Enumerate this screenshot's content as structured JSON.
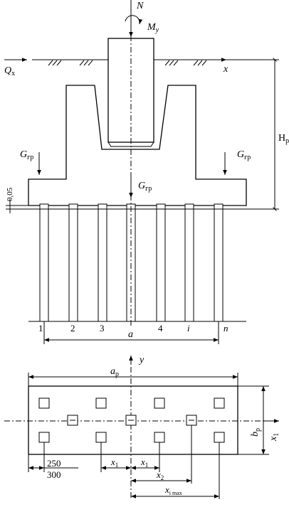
{
  "labels": {
    "N": "N",
    "My": "M",
    "My_sub": "y",
    "Qx": "Q",
    "Qx_sub": "x",
    "x_axis": "x",
    "Hp": "H",
    "Hp_sub": "p",
    "G_left": "G",
    "G_center": "G",
    "G_right": "G",
    "G_sub": "гр",
    "dim_005": "0,05",
    "pile_1": "1",
    "pile_2": "2",
    "pile_3": "3",
    "pile_4": "4",
    "pile_i": "i",
    "pile_n": "n",
    "dim_a": "a",
    "dim_ap": "a",
    "dim_ap_sub": "p",
    "y_axis": "y",
    "bp": "b",
    "bp_sub": "p",
    "x1_axis": "x",
    "x1_sub": "1",
    "dim_250": "250",
    "dim_300": "300",
    "x1_left": "x",
    "x1_left_sub": "1",
    "x1_right": "x",
    "x1_right_sub": "1",
    "x2": "x",
    "x2_sub": "2",
    "ximax": "x",
    "ximax_sub": "i max"
  }
}
